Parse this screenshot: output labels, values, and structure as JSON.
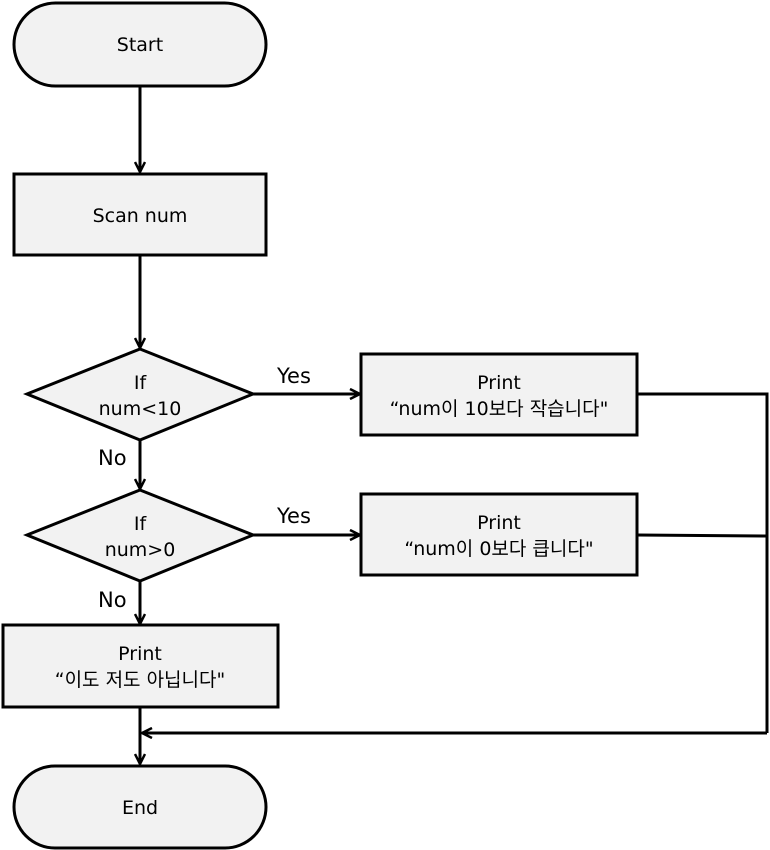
{
  "nodes": {
    "start": {
      "label": "Start"
    },
    "scan": {
      "label": "Scan num"
    },
    "cond1": {
      "line1": "If",
      "line2": "num<10"
    },
    "print1": {
      "line1": "Print",
      "line2": "“num이 10보다 작습니다\""
    },
    "cond2": {
      "line1": "If",
      "line2": "num>0"
    },
    "print2": {
      "line1": "Print",
      "line2": "“num이 0보다 큽니다\""
    },
    "print3": {
      "line1": "Print",
      "line2": "“이도 저도 아닙니다\""
    },
    "end": {
      "label": "End"
    }
  },
  "edges": {
    "cond1_yes": "Yes",
    "cond1_no": "No",
    "cond2_yes": "Yes",
    "cond2_no": "No"
  },
  "colors": {
    "node_fill": "#f2f2f2",
    "stroke": "#000000"
  }
}
